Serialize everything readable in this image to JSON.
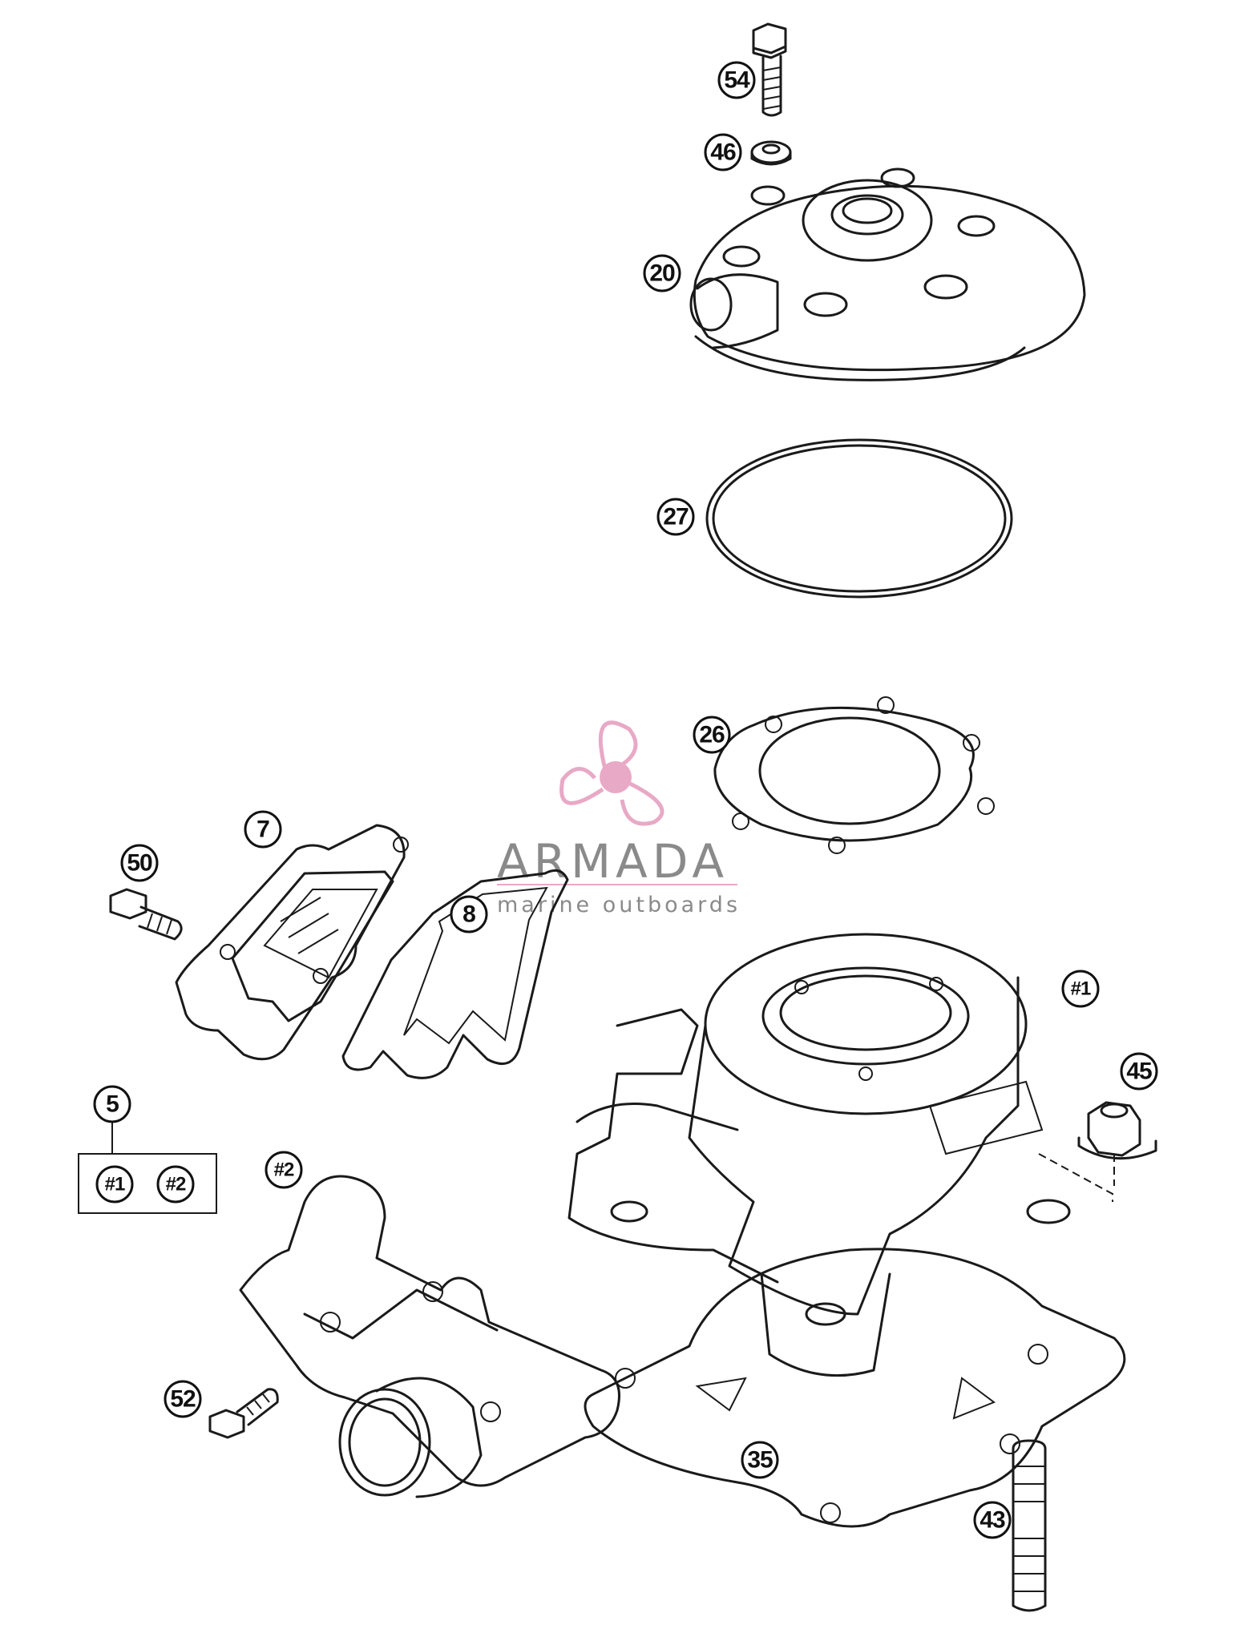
{
  "watermark": {
    "title": "ARMADA",
    "subtitle": "marine outboards",
    "accent": "#e8a9c6"
  },
  "callouts": [
    {
      "id": "c54",
      "label": "54"
    },
    {
      "id": "c46",
      "label": "46"
    },
    {
      "id": "c20",
      "label": "20"
    },
    {
      "id": "c27",
      "label": "27"
    },
    {
      "id": "c26",
      "label": "26"
    },
    {
      "id": "c7",
      "label": "7"
    },
    {
      "id": "c50",
      "label": "50"
    },
    {
      "id": "c8",
      "label": "8"
    },
    {
      "id": "c1",
      "label": "#1"
    },
    {
      "id": "c45",
      "label": "45"
    },
    {
      "id": "c5",
      "label": "5"
    },
    {
      "id": "c5a",
      "label": "#1"
    },
    {
      "id": "c5b",
      "label": "#2"
    },
    {
      "id": "c2",
      "label": "#2"
    },
    {
      "id": "c52",
      "label": "52"
    },
    {
      "id": "c35",
      "label": "35"
    },
    {
      "id": "c43",
      "label": "43"
    }
  ]
}
